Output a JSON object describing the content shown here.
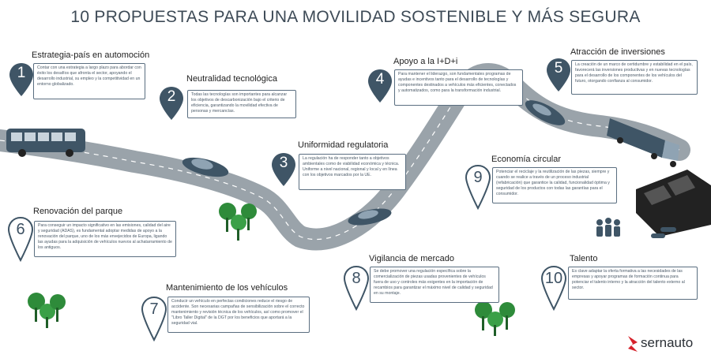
{
  "title": "10 PROPUESTAS PARA UNA MOVILIDAD SOSTENIBLE Y MÁS SEGURA",
  "colors": {
    "road": "#9aa3aa",
    "pin": "#3f5566",
    "text_box_border": "#5a6e80",
    "tree": "#2e8b3a",
    "logo_red": "#d6212b"
  },
  "proposals": [
    {
      "number": "1",
      "heading": "Estrategia-país en automoción",
      "text": "Contar con una estrategia a largo plazo para abordar con éxito los desafíos que afronta el sector, apoyando el desarrollo industrial, su empleo y la competitividad en un entorno globalizado."
    },
    {
      "number": "2",
      "heading": "Neutralidad tecnológica",
      "text": "Todas las tecnologías son importantes para alcanzar los objetivos de descarbonización bajo el criterio de eficiencia, garantizando la movilidad efectiva de personas y mercancías."
    },
    {
      "number": "3",
      "heading": "Uniformidad regulatoria",
      "text": "La regulación ha de responder tanto a objetivos ambientales como de viabilidad económica y técnica. Uniforme a nivel nacional, regional y local y en línea con los objetivos marcados por la UE."
    },
    {
      "number": "4",
      "heading": "Apoyo a la I+D+i",
      "text": "Para mantener el liderazgo, son fundamentales programas de ayudas e incentivos tanto para el desarrollo de tecnologías y componentes destinados a vehículos más eficientes, conectados y automatizados, como para la transformación industrial."
    },
    {
      "number": "5",
      "heading": "Atracción de inversiones",
      "text": "La creación de un marco de certidumbre y estabilidad en el país, favorecerá las inversiones productivas y en nuevas tecnologías para el desarrollo de los componentes de los vehículos del futuro, otorgando confianza al consumidor."
    },
    {
      "number": "6",
      "heading": "Renovación del parque",
      "text": "Para conseguir un impacto significativo en las emisiones, calidad del aire y seguridad (ADAS), es fundamental adoptar medidas de apoyo a la renovación del parque, uno de los más envejecidos de Europa, ligando las ayudas para la adquisición de vehículos nuevos al achatarramiento de los antiguos."
    },
    {
      "number": "7",
      "heading": "Mantenimiento de los vehículos",
      "text": "Conducir un vehículo en perfectas condiciones reduce el riesgo de accidente. Son necesarias campañas de sensibilización sobre el correcto mantenimiento y revisión técnica de los vehículos, así como promover el \"Libro Taller Digital\" de la DGT por los beneficios que aportará a la seguridad vial."
    },
    {
      "number": "8",
      "heading": "Vigilancia de mercado",
      "text": "Se debe promover una regulación específica sobre la comercialización de piezas usadas provenientes de vehículos fuera de uso y controles más exigentes en la importación de recambios para garantizar el máximo nivel de calidad y seguridad en su montaje."
    },
    {
      "number": "9",
      "heading": "Economía circular",
      "text": "Potenciar el reciclaje y la reutilización de las piezas, siempre y cuando se realice a través de un proceso industrial (refabricación) que garantice la calidad, funcionalidad óptima y seguridad de los productos con todas las garantías para el consumidor."
    },
    {
      "number": "10",
      "heading": "Talento",
      "text": "Es clave adaptar la oferta formativa a las necesidades de las empresas y apoyar programas de formación continua para potenciar el talento interno y la atracción del talento externo al sector."
    }
  ],
  "logo": {
    "text": "sernauto"
  }
}
